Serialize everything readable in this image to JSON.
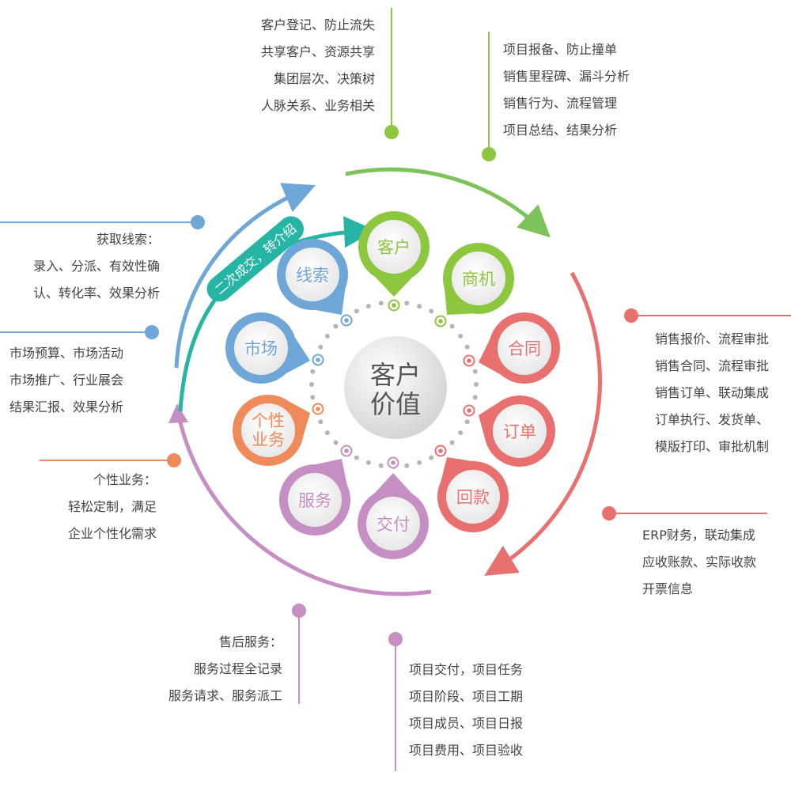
{
  "center": {
    "line1": "客户",
    "line2": "价值"
  },
  "nodes": [
    {
      "key": "clue",
      "label": "线索",
      "color": "#6fa6d8"
    },
    {
      "key": "customer",
      "label": "客户",
      "color": "#8dc63f"
    },
    {
      "key": "opp",
      "label": "商机",
      "color": "#8dc63f"
    },
    {
      "key": "contract",
      "label": "合同",
      "color": "#e8706f"
    },
    {
      "key": "order",
      "label": "订单",
      "color": "#e8706f"
    },
    {
      "key": "payment",
      "label": "回款",
      "color": "#e8706f"
    },
    {
      "key": "delivery",
      "label": "交付",
      "color": "#c58fc3"
    },
    {
      "key": "service",
      "label": "服务",
      "color": "#c58fc3"
    },
    {
      "key": "custom",
      "label": [
        "个性",
        "业务"
      ],
      "color": "#ef8a5a"
    },
    {
      "key": "market",
      "label": "市场",
      "color": "#6fa6d8"
    }
  ],
  "banner": {
    "label": "二次成交，转介绍",
    "color": "#26b5a5"
  },
  "annotations": {
    "customer_top": {
      "color": "#8dc63f",
      "lines": [
        "客户登记、防止流失",
        "共享客户、资源共享",
        "集团层次、决策树",
        "人脉关系、业务相关"
      ]
    },
    "opp_top": {
      "color": "#8dc63f",
      "lines": [
        "项目报备、防止撞单",
        "销售里程碑、漏斗分析",
        "销售行为、流程管理",
        "项目总结、结果分析"
      ]
    },
    "clue_left": {
      "color": "#6fa6d8",
      "lines": [
        "获取线索：",
        "录入、分派、有效性确",
        "认、转化率、效果分析"
      ]
    },
    "market_left": {
      "color": "#6fa6d8",
      "lines": [
        "市场预算、市场活动",
        "市场推广、行业展会",
        "结果汇报、效果分析"
      ]
    },
    "custom_left": {
      "color": "#ef8a5a",
      "lines": [
        "个性业务：",
        "轻松定制，满足",
        "企业个性化需求"
      ]
    },
    "service_bottom": {
      "color": "#c58fc3",
      "lines": [
        "售后服务：",
        "服务过程全记录",
        "服务请求、服务派工"
      ]
    },
    "delivery_bottom": {
      "color": "#c58fc3",
      "lines": [
        "项目交付，项目任务",
        "项目阶段、项目工期",
        "项目成员、项目日报",
        "项目费用、项目验收"
      ]
    },
    "sales_right": {
      "color": "#e8706f",
      "lines": [
        "销售报价、流程审批",
        "销售合同、流程审批",
        "销售订单、联动集成",
        "订单执行、发货单、",
        "模版打印、审批机制"
      ]
    },
    "finance_right": {
      "color": "#e8706f",
      "lines": [
        "ERP财务，联动集成",
        "应收账款、实际收款",
        "开票信息"
      ]
    }
  },
  "arc_colors": {
    "green": "#7cc35a",
    "red": "#e8706f",
    "purple": "#c58fc3",
    "blue": "#6fa6d8",
    "teal": "#26b5a5",
    "dots": "#b5b5b5"
  }
}
